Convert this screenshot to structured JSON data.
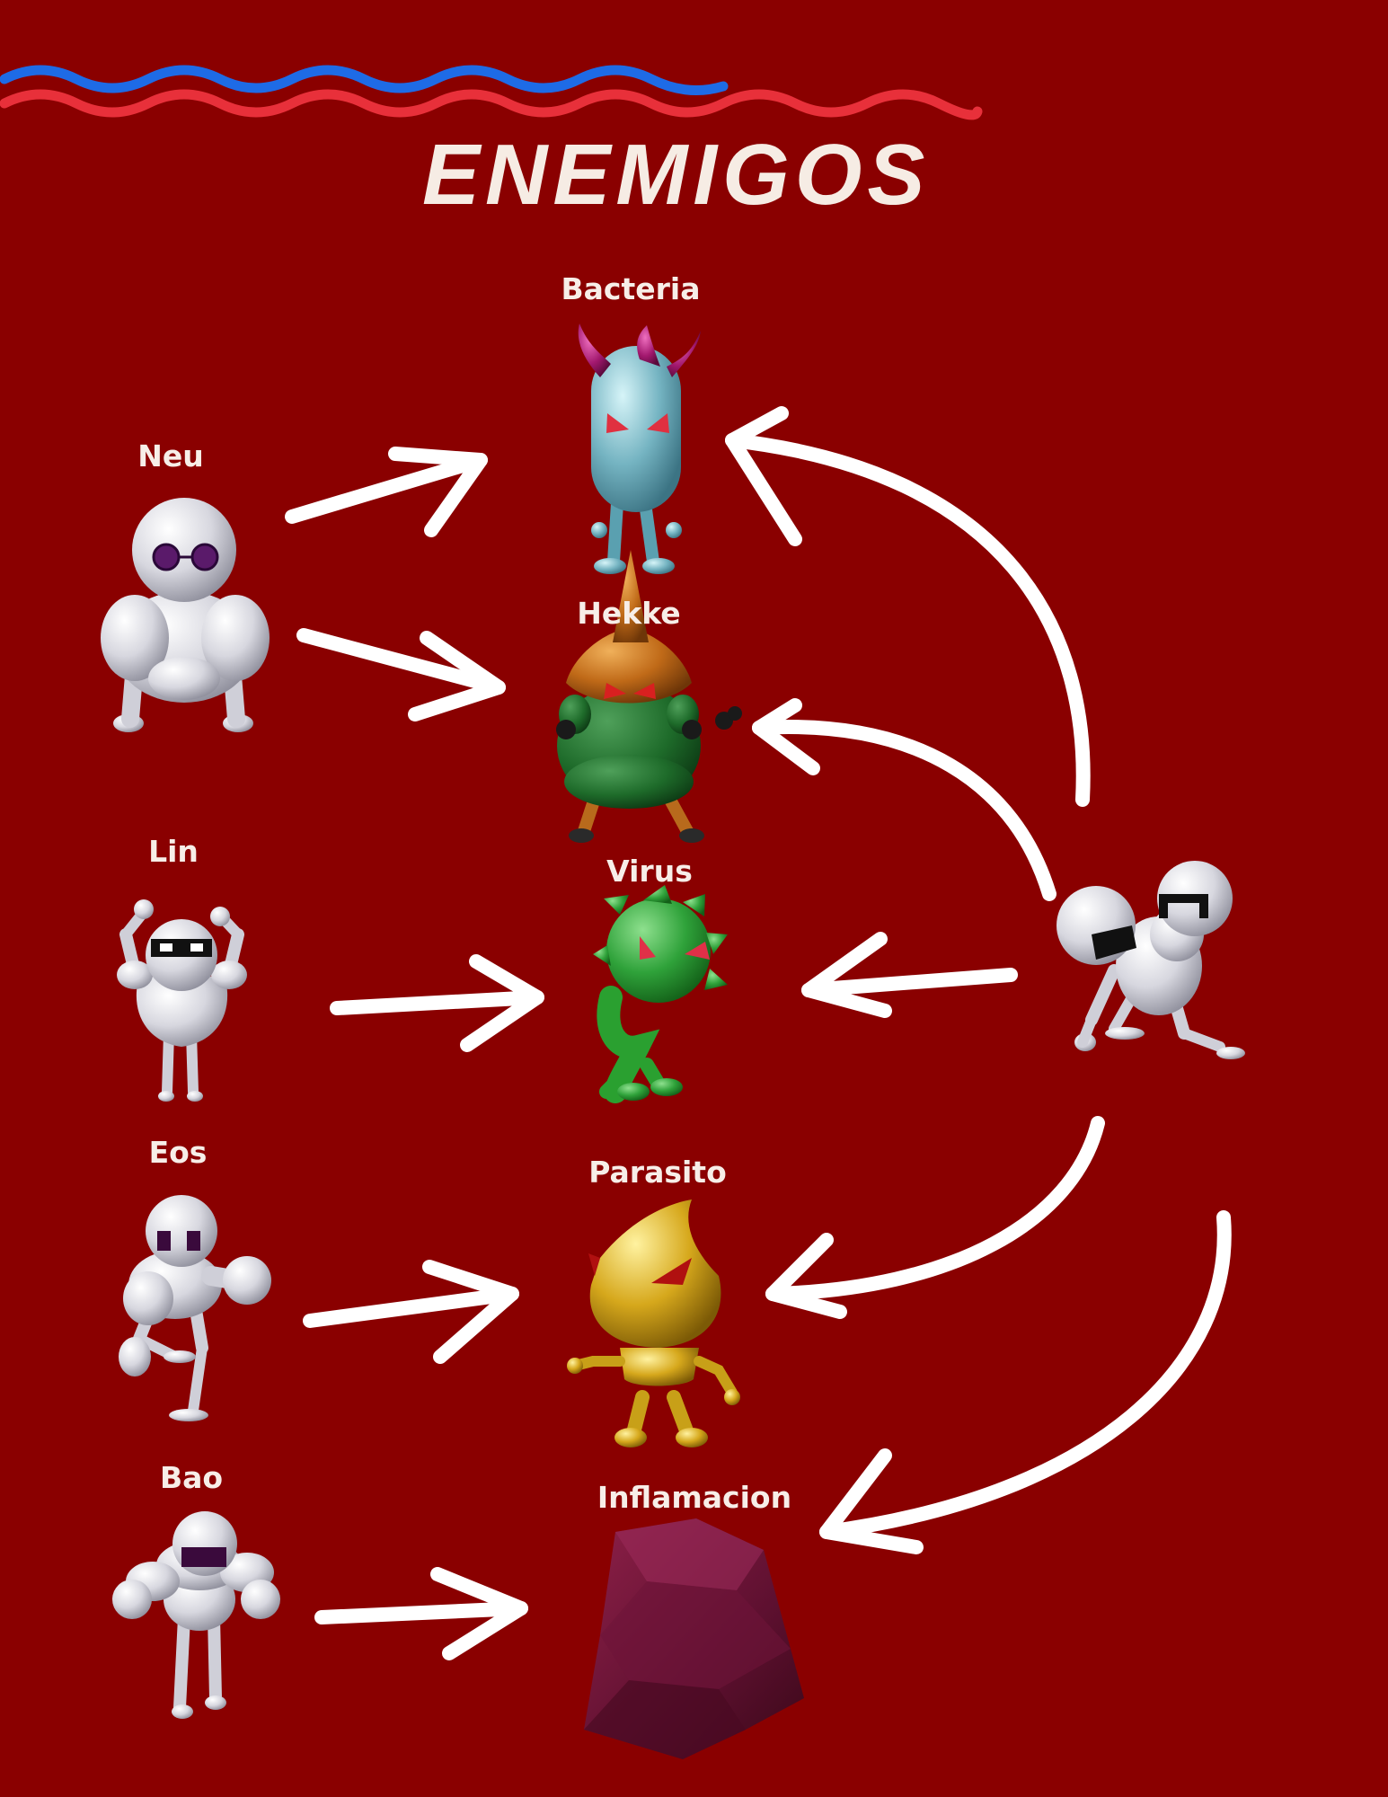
{
  "title": "ENEMIGOS",
  "colors": {
    "background": "#8a0000",
    "wave_red": "#e8303a",
    "wave_blue": "#1e6be6",
    "arrow": "#ffffff",
    "label": "#f7eee8"
  },
  "enemies": {
    "bacteria": "Bacteria",
    "hekke": "Hekke",
    "virus": "Virus",
    "parasito": "Parasito",
    "inflamacion": "Inflamacion"
  },
  "defenders": {
    "neu": "Neu",
    "lin": "Lin",
    "eos": "Eos",
    "bao": "Bao"
  },
  "icons": {
    "macrophage": "macrophage-pair-icon",
    "neu": "neutrophil-character-icon",
    "lin": "lymphocyte-character-icon",
    "eos": "eosinophil-character-icon",
    "bao": "basophil-character-icon"
  }
}
